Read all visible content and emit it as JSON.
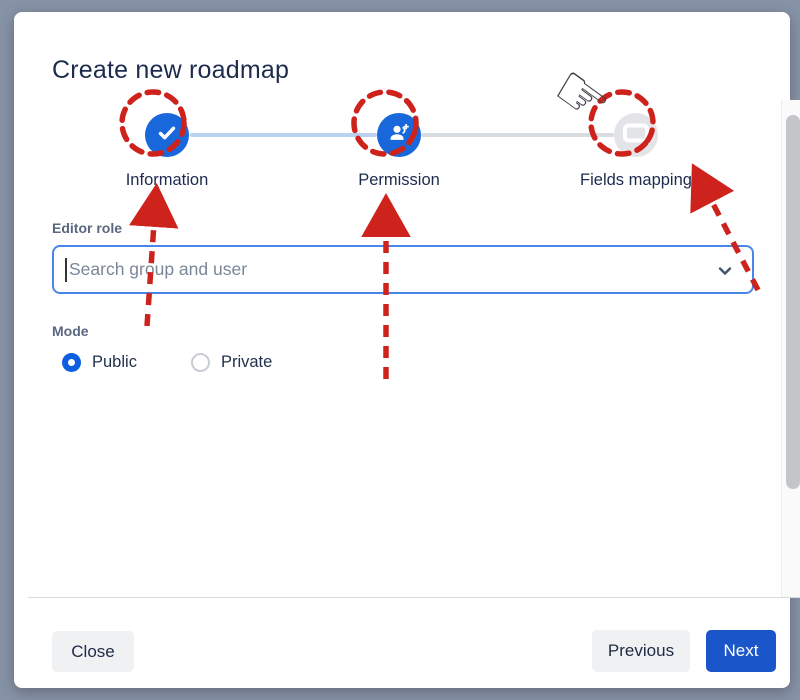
{
  "modal": {
    "title": "Create new roadmap",
    "stepper": {
      "steps": [
        {
          "label": "Information",
          "state": "completed",
          "icon": "check-icon"
        },
        {
          "label": "Permission",
          "state": "current",
          "icon": "person-add-icon"
        },
        {
          "label": "Fields mapping",
          "state": "upcoming",
          "icon": "card-icon"
        }
      ]
    },
    "form": {
      "editor_role": {
        "label": "Editor role",
        "placeholder": "Search group and user",
        "value": "",
        "icon": "chevron-down-icon"
      },
      "mode": {
        "label": "Mode",
        "options": [
          {
            "label": "Public",
            "selected": true
          },
          {
            "label": "Private",
            "selected": false
          }
        ]
      }
    },
    "footer": {
      "close_label": "Close",
      "previous_label": "Previous",
      "next_label": "Next"
    }
  },
  "annotations": {
    "pointer_hand_icon": "pointer-hand-icon",
    "pointer_glyph": "☞",
    "highlight_style": "red dashed circles around each step with red dashed arrows",
    "annotation_color": "#ce231c"
  },
  "colors": {
    "step_completed_blue": "#1868db",
    "step_upcoming_gray": "#e3e4e7",
    "connector_done": "#b9d2f0",
    "connector_todo": "#d9dce0",
    "input_focus_border": "#4a86e8",
    "radio_selected_blue": "#0c5fe0",
    "primary_button_blue": "#1a55c9",
    "title_text": "#1d2b4e",
    "backdrop": "#8692a6"
  }
}
